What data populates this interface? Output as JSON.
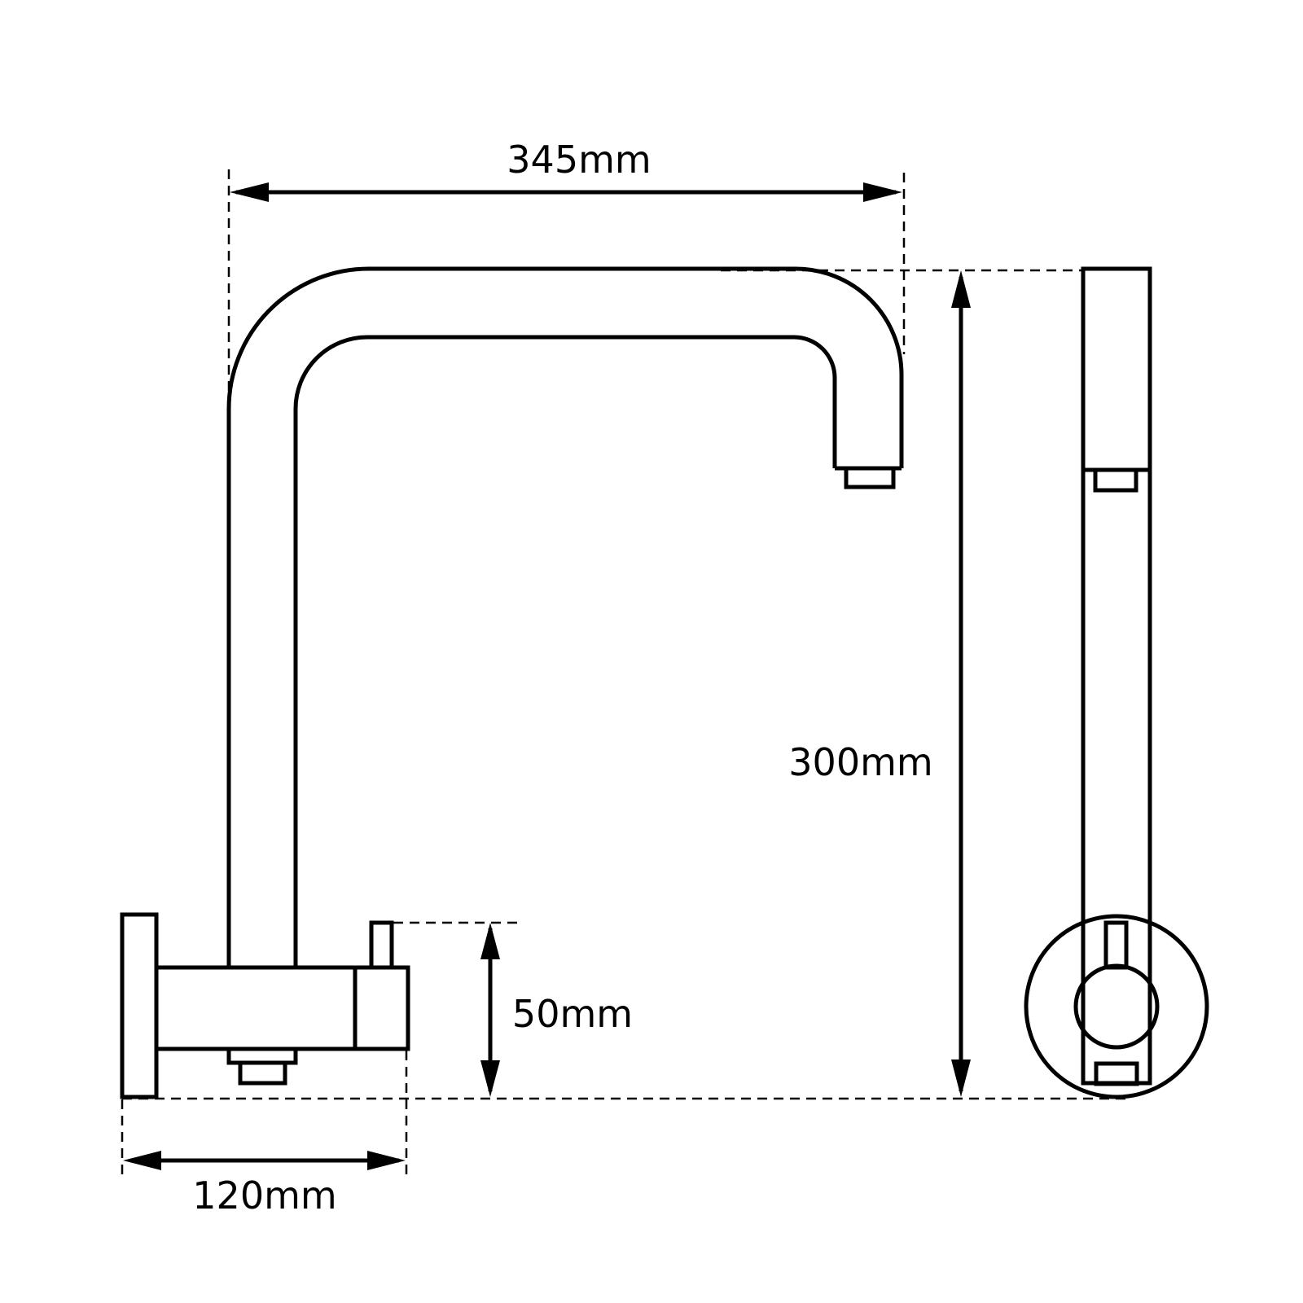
{
  "dimensions": {
    "width_top": "345mm",
    "height": "300mm",
    "inlet_height": "50mm",
    "base_width": "120mm"
  },
  "colors": {
    "line": "#000000",
    "background": "#ffffff"
  }
}
